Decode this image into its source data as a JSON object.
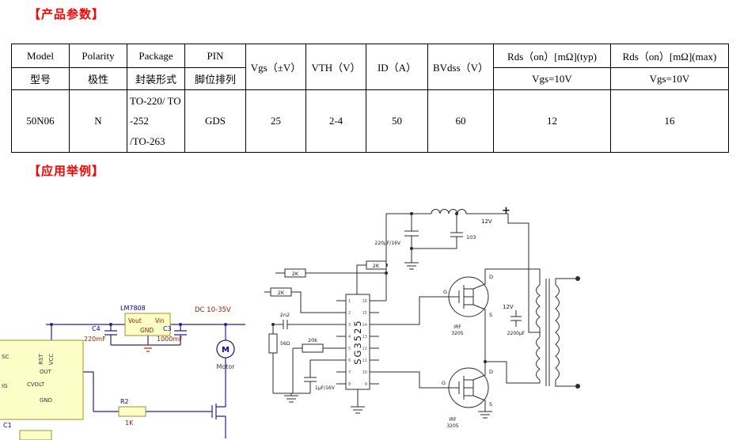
{
  "headings": {
    "params": "【产品参数】",
    "examples": "【应用举例】"
  },
  "table": {
    "h1": {
      "model": "Model",
      "polarity": "Polarity",
      "package": "Package",
      "pin": "PIN",
      "vgs": "Vgs（±V）",
      "vth": "VTH（V）",
      "id": "ID（A）",
      "bvdss": "BVdss（V）",
      "rds_typ": "Rds（on）[mΩ](typ)",
      "rds_max": "Rds（on）[mΩ](max)"
    },
    "h2": {
      "model": "型号",
      "polarity": "极性",
      "package": "封装形式",
      "pin": "脚位排列",
      "rds_typ": "Vgs=10V",
      "rds_max": "Vgs=10V"
    },
    "row": {
      "model": "50N06",
      "polarity": "N",
      "package": "TO-220/ TO\n-252\n/TO-263",
      "pin": "GDS",
      "vgs": "25",
      "vth": "2-4",
      "id": "50",
      "bvdss": "60",
      "rds_typ": "12",
      "rds_max": "16"
    }
  },
  "left_circuit": {
    "regulator": "LM7808",
    "vout": "Vout",
    "vin": "Vin",
    "gnd": "GND",
    "supply": "DC 10-35V",
    "c4": "C4",
    "c4_val": "220mF",
    "c3": "C3",
    "c3_val": "1000mF",
    "motor_m": "M",
    "motor": "Motor",
    "pin_rst": "RST",
    "pin_vcc": "VCC",
    "pin_out": "OUT",
    "pin_cvolt": "CVOLT",
    "pin_gnd": "GND",
    "pin_sc": "SC",
    "pin_ig": "IG",
    "r2": "R2",
    "r2_val": "1K",
    "c1": "C1"
  },
  "right_circuit": {
    "ic": "SG3525",
    "pins_left": [
      "1",
      "2",
      "3",
      "4",
      "5",
      "6",
      "7",
      "8"
    ],
    "pins_right": [
      "16",
      "15",
      "14",
      "13",
      "12",
      "11",
      "10",
      "9"
    ],
    "r_2k_a": "2K",
    "r_2k_b": "2K",
    "r_2k_c": "2K",
    "c_2n2": "2n2",
    "r_56": "56Ω",
    "r_20k": "20k",
    "c_1uf": "1μF/16V",
    "c_220uf": "220μF/16V",
    "c_103": "103",
    "v12_top": "12V",
    "plus": "+",
    "m1_d": "D",
    "m1_g": "G",
    "m1_s": "S",
    "m1_name1": "IRF",
    "m1_name2": "3205",
    "m2_d": "D",
    "m2_g": "G",
    "m2_s": "S",
    "m2_name1": "IRF",
    "m2_name2": "3205",
    "v12_out": "12V",
    "c_2200uf": "2200μF"
  }
}
